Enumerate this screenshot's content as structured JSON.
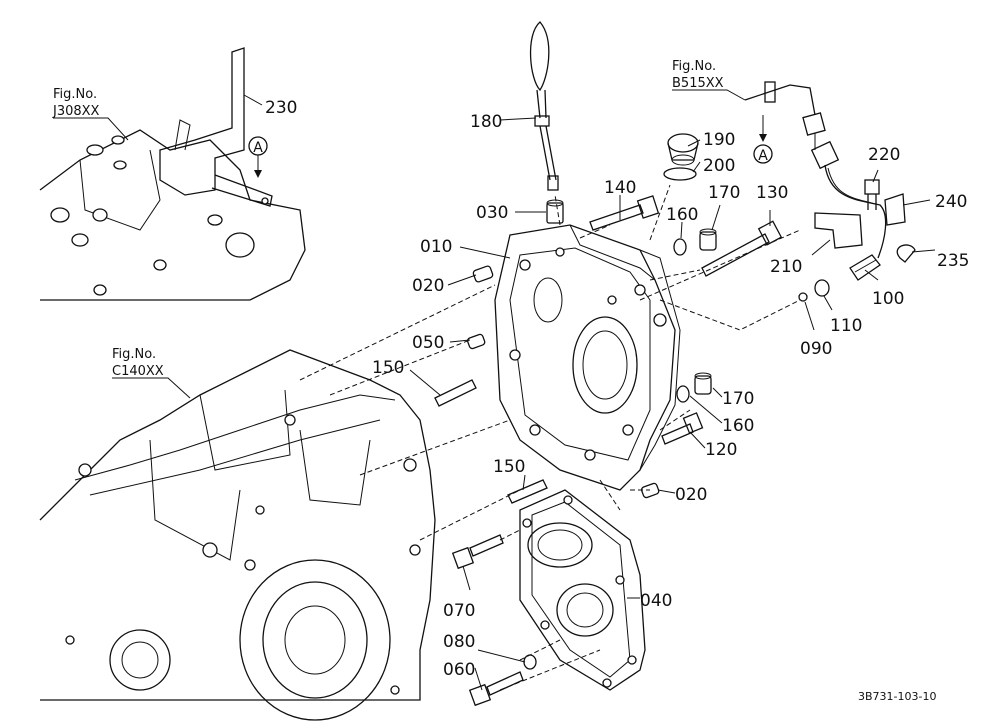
{
  "figure_refs": {
    "left": {
      "title": "Fig.No.",
      "code": "J308XX"
    },
    "center": {
      "title": "Fig.No.",
      "code": "C140XX"
    },
    "right": {
      "title": "Fig.No.",
      "code": "B515XX"
    }
  },
  "callout": "A",
  "parts": {
    "p010": "010",
    "p020a": "020",
    "p020b": "020",
    "p030": "030",
    "p040": "040",
    "p050": "050",
    "p060": "060",
    "p070": "070",
    "p080": "080",
    "p090": "090",
    "p100": "100",
    "p110": "110",
    "p120": "120",
    "p130": "130",
    "p140": "140",
    "p150a": "150",
    "p150b": "150",
    "p160a": "160",
    "p160b": "160",
    "p170a": "170",
    "p170b": "170",
    "p180": "180",
    "p190": "190",
    "p200": "200",
    "p210": "210",
    "p220": "220",
    "p230": "230",
    "p235": "235",
    "p240": "240"
  },
  "drawing_code": "3B731-103-10"
}
